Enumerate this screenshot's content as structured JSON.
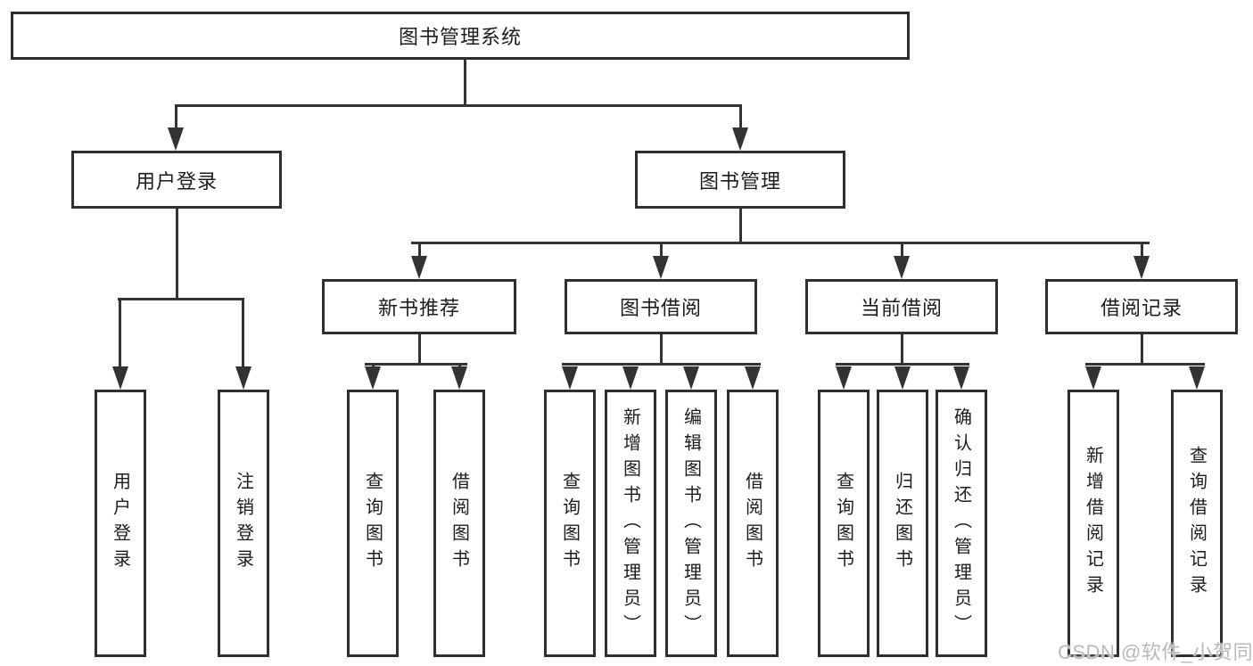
{
  "diagram_title": "图书管理系统",
  "colors": {
    "line": "#333333",
    "box_border": "#2f2f2f",
    "text": "#1c1c1c",
    "background": "#ffffff",
    "watermark": "#b9b9b9"
  },
  "nodes": {
    "root": "图书管理系统",
    "user_login": "用户登录",
    "book_management": "图书管理",
    "new_book_recommend": "新书推荐",
    "book_borrowing": "图书借阅",
    "current_borrowing": "当前借阅",
    "borrowing_records": "借阅记录",
    "leaves": {
      "login_user_login": "用户登录",
      "login_logout": "注销登录",
      "rec_query_books": "查询图书",
      "rec_borrow_books": "借阅图书",
      "bb_query_books": "查询图书",
      "bb_add_books_admin": "新增图书（管理员）",
      "bb_edit_books_admin": "编辑图书（管理员）",
      "bb_borrow_books": "借阅图书",
      "cb_query_books": "查询图书",
      "cb_return_books": "归还图书",
      "cb_confirm_return_admin": "确认归还（管理员）",
      "br_add_record": "新增借阅记录",
      "br_query_record": "查询借阅记录"
    }
  },
  "watermark": "CSDN @软件_小贺同学"
}
